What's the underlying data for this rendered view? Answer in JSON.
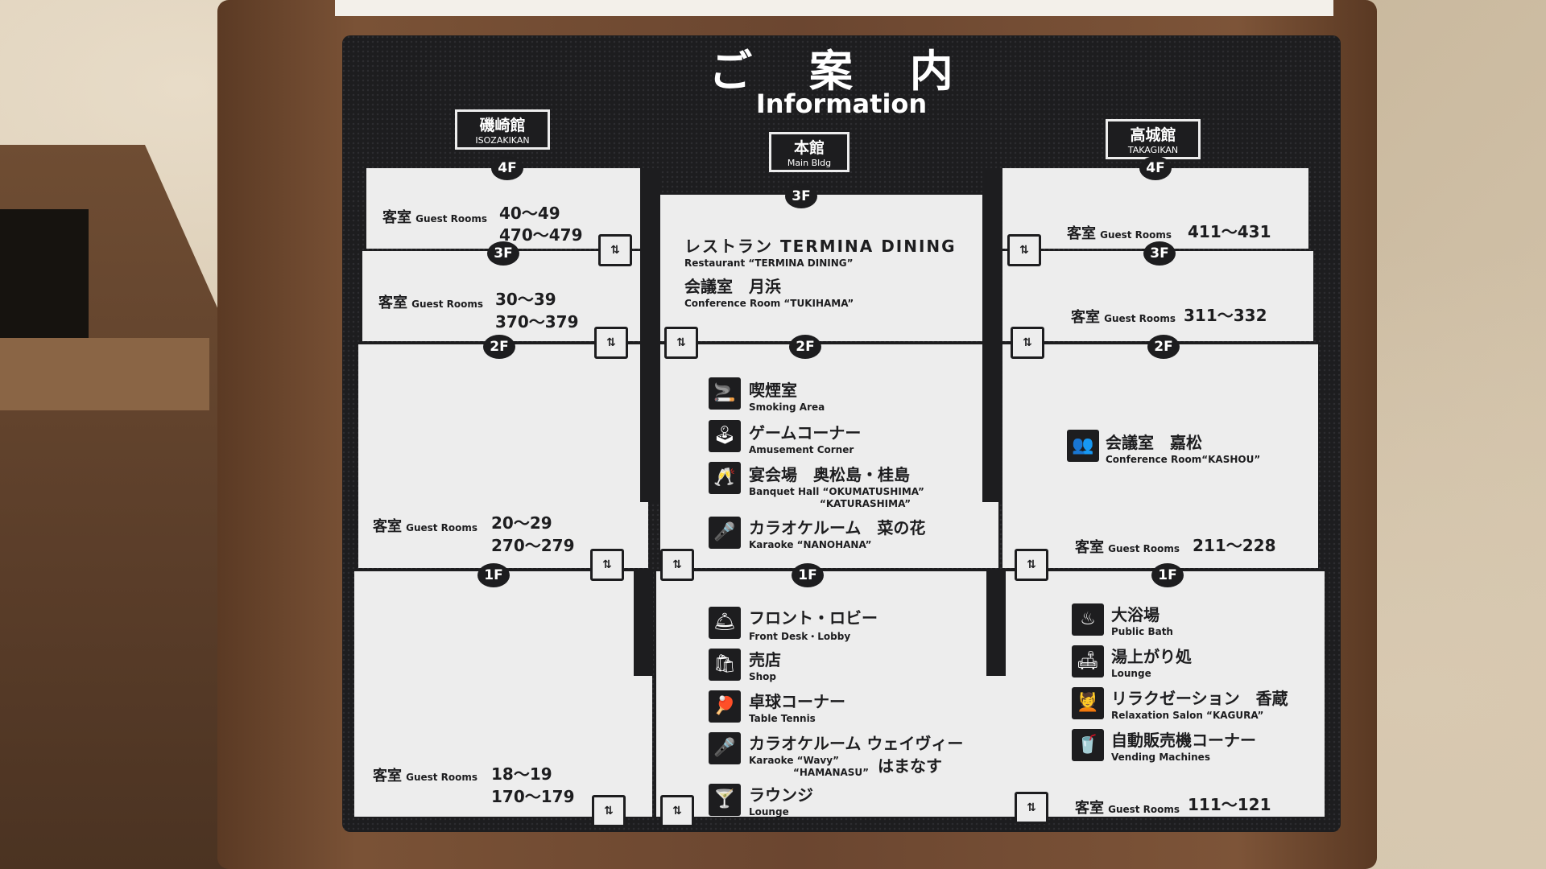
{
  "title": {
    "ja": "ご 案 内",
    "en": "Information"
  },
  "buildings": {
    "isozaki": {
      "ja": "磯崎館",
      "en": "ISOZAKIKAN"
    },
    "main": {
      "ja": "本館",
      "en": "Main Bldg"
    },
    "takagi": {
      "ja": "高城館",
      "en": "TAKAGIKAN"
    }
  },
  "floors": {
    "f4": "4F",
    "f3": "3F",
    "f2": "2F",
    "f1": "1F"
  },
  "guest_label": {
    "ja": "客室",
    "en": "Guest Rooms"
  },
  "isozaki_rooms": {
    "f4a": "40～49",
    "f4b": "470～479",
    "f3a": "30～39",
    "f3b": "370～379",
    "f2a": "20～29",
    "f2b": "270～279",
    "f1a": "18～19",
    "f1b": "170～179"
  },
  "takagi_rooms": {
    "f4": "411～431",
    "f3": "311～332",
    "f2": "211～228",
    "f1": "111～121"
  },
  "main_3f": {
    "restaurant_ja": "レストラン TERMINA DINING",
    "restaurant_en": "Restaurant “TERMINA DINING”",
    "conf_ja": "会議室　月浜",
    "conf_en": "Conference Room “TUKIHAMA”"
  },
  "main_2f": [
    {
      "ja": "喫煙室",
      "en": "Smoking Area",
      "icon": "smoking-icon",
      "glyph": "🚬"
    },
    {
      "ja": "ゲームコーナー",
      "en": "Amusement Corner",
      "icon": "arcade-icon",
      "glyph": "🕹"
    },
    {
      "ja": "宴会場　奥松島・桂島",
      "en": "Banquet Hall “OKUMATUSHIMA”",
      "en2": "“KATURASHIMA”",
      "icon": "toast-icon",
      "glyph": "🥂"
    },
    {
      "ja": "カラオケルーム　菜の花",
      "en": "Karaoke “NANOHANA”",
      "icon": "microphone-icon",
      "glyph": "🎤"
    }
  ],
  "main_1f": [
    {
      "ja": "フロント・ロビー",
      "en": "Front Desk・Lobby",
      "icon": "front-desk-icon",
      "glyph": "🛎"
    },
    {
      "ja": "売店",
      "en": "Shop",
      "icon": "shopping-bag-icon",
      "glyph": "🛍"
    },
    {
      "ja": "卓球コーナー",
      "en": "Table Tennis",
      "icon": "ping-pong-icon",
      "glyph": "🏓"
    },
    {
      "ja": "カラオケルーム ウェイヴィー",
      "en": "Karaoke “Wavy”",
      "en2": "“HAMANASU”",
      "extra": "はまなす",
      "icon": "microphone-icon",
      "glyph": "🎤"
    },
    {
      "ja": "ラウンジ",
      "en": "Lounge",
      "icon": "cocktail-icon",
      "glyph": "🍸"
    }
  ],
  "takagi_2f": {
    "ja": "会議室　嘉松",
    "en": "Conference Room“KASHOU”",
    "icon": "meeting-icon",
    "glyph": "👥"
  },
  "takagi_1f": [
    {
      "ja": "大浴場",
      "en": "Public Bath",
      "icon": "hot-spring-icon",
      "glyph": "♨"
    },
    {
      "ja": "湯上がり処",
      "en": "Lounge",
      "icon": "lounge-icon",
      "glyph": "🛋"
    },
    {
      "ja": "リラクゼーション　香蔵",
      "en": "Relaxation Salon “KAGURA”",
      "icon": "massage-icon",
      "glyph": "💆"
    },
    {
      "ja": "自動販売機コーナー",
      "en": "Vending Machines",
      "icon": "vending-machine-icon",
      "glyph": "🥤"
    }
  ],
  "elevator_glyph": "⇅"
}
